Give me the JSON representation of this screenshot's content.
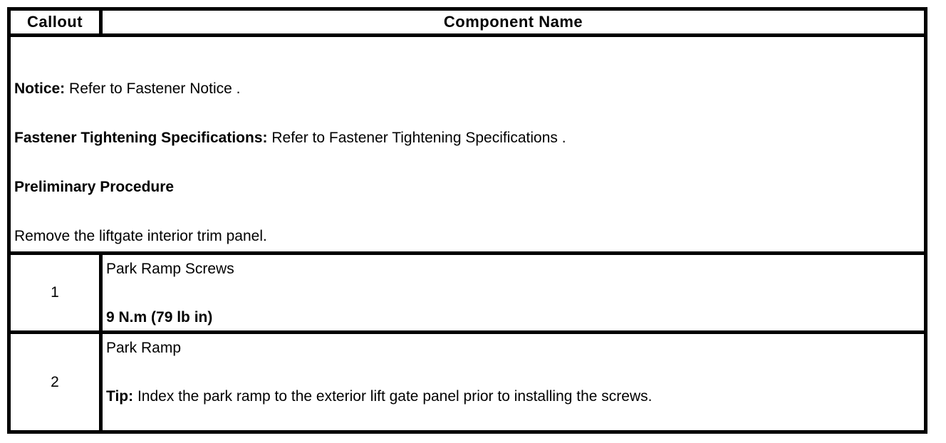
{
  "page": {
    "background_color": "#ffffff",
    "text_color": "#000000",
    "border_color": "#000000"
  },
  "table": {
    "header": {
      "callout": "Callout",
      "component_name": "Component Name"
    },
    "notes": {
      "notice_label": "Notice:",
      "notice_text": " Refer to Fastener Notice .",
      "fastener_label": "Fastener Tightening Specifications:",
      "fastener_text": " Refer to Fastener Tightening Specifications .",
      "preliminary_heading": "Preliminary Procedure",
      "preliminary_step": "Remove the liftgate interior trim panel."
    },
    "rows": [
      {
        "callout": "1",
        "component_name": "Park Ramp Screws",
        "torque_spec": "9 N.m (79 lb in)"
      },
      {
        "callout": "2",
        "component_name": "Park Ramp",
        "tip_label": "Tip:",
        "tip_text": " Index the park ramp to the exterior lift gate panel prior to installing the screws."
      }
    ]
  }
}
